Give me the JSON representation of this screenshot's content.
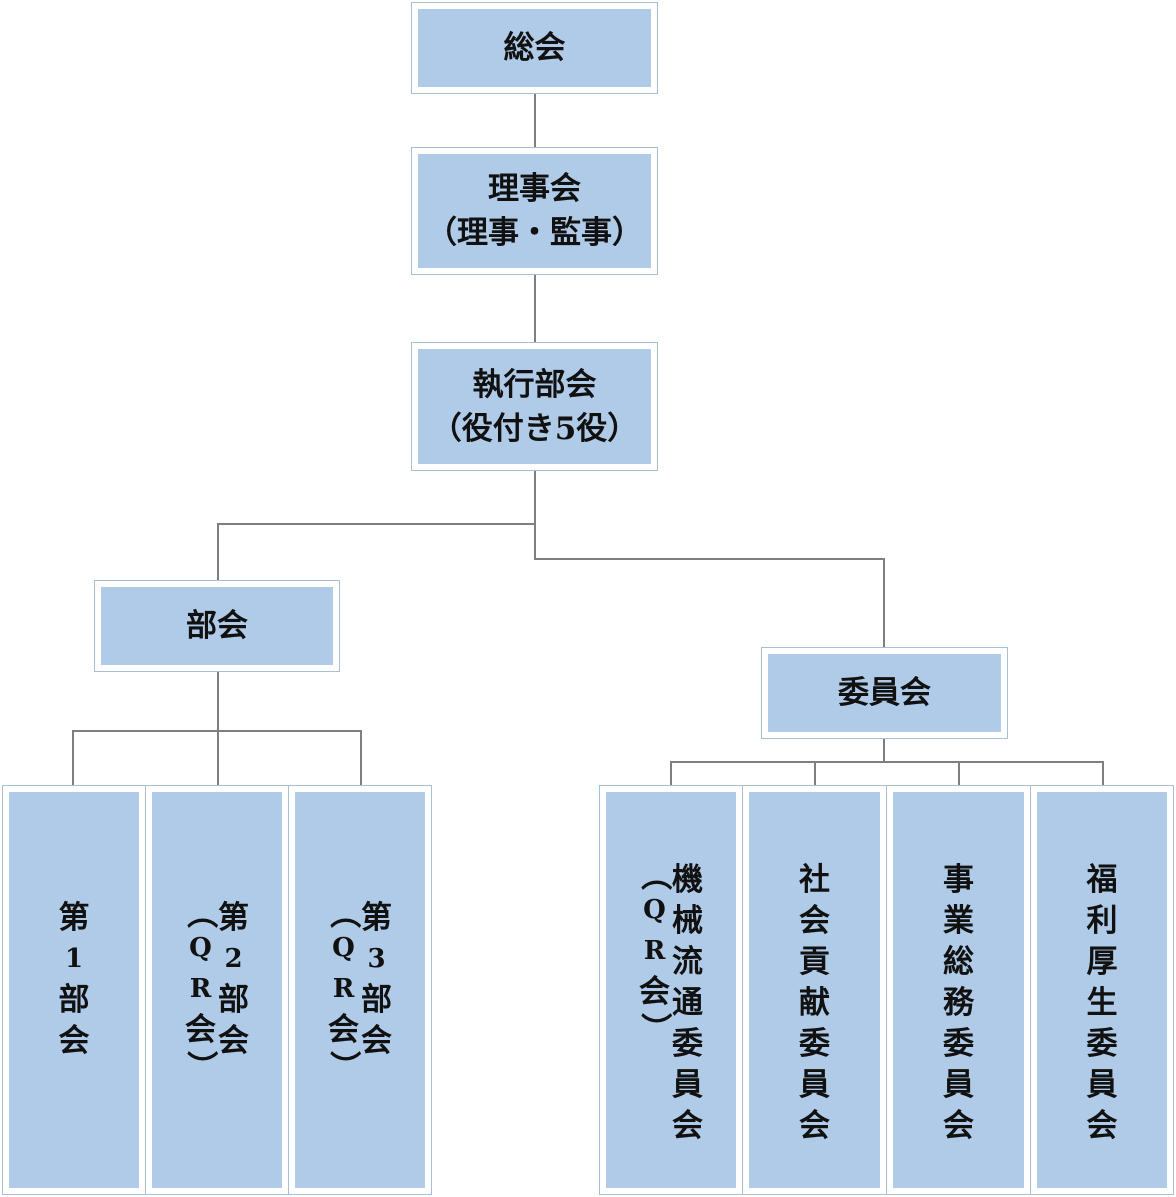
{
  "general_meeting": "総会",
  "board": {
    "title": "理事会",
    "subtitle": "（理事・監事）"
  },
  "executive": {
    "title": "執行部会",
    "subtitle": "（役付き5役）"
  },
  "sections": "部会",
  "committees": "委員会",
  "section_units": [
    {
      "name": "第1部会",
      "note": ""
    },
    {
      "name": "第2部会",
      "note": "（QR会）"
    },
    {
      "name": "第3部会",
      "note": "（QR会）"
    }
  ],
  "committee_units": [
    {
      "name": "機械流通委員会",
      "note": "（QR会）"
    },
    {
      "name": "社会貢献委員会",
      "note": ""
    },
    {
      "name": "事業総務委員会",
      "note": ""
    },
    {
      "name": "福利厚生委員会",
      "note": ""
    }
  ],
  "colors": {
    "box_fill": "#afcbe8",
    "box_border": "#a9bfd6",
    "connector": "#7f7f7f"
  }
}
